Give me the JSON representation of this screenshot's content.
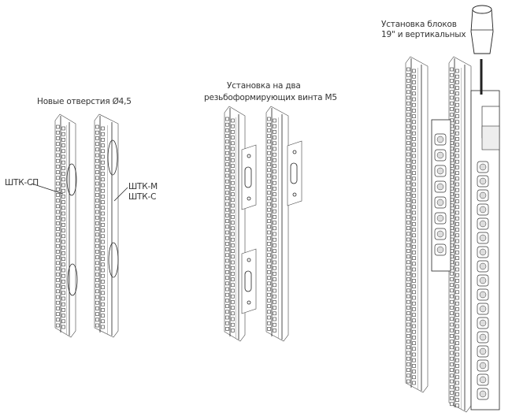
{
  "labels": {
    "new_holes": "Новые отверстия Ø4,5",
    "shtk_sp": "ШТК-СП",
    "shtk_m": "ШТК-М",
    "shtk_s": "ШТК-С",
    "mount_two_screws_line1": "Установка на два",
    "mount_two_screws_line2": "резьбоформирующих винта М5",
    "mount_blocks_line1": "Установка блоков",
    "mount_blocks_line2": "19\" и вертикальных"
  }
}
